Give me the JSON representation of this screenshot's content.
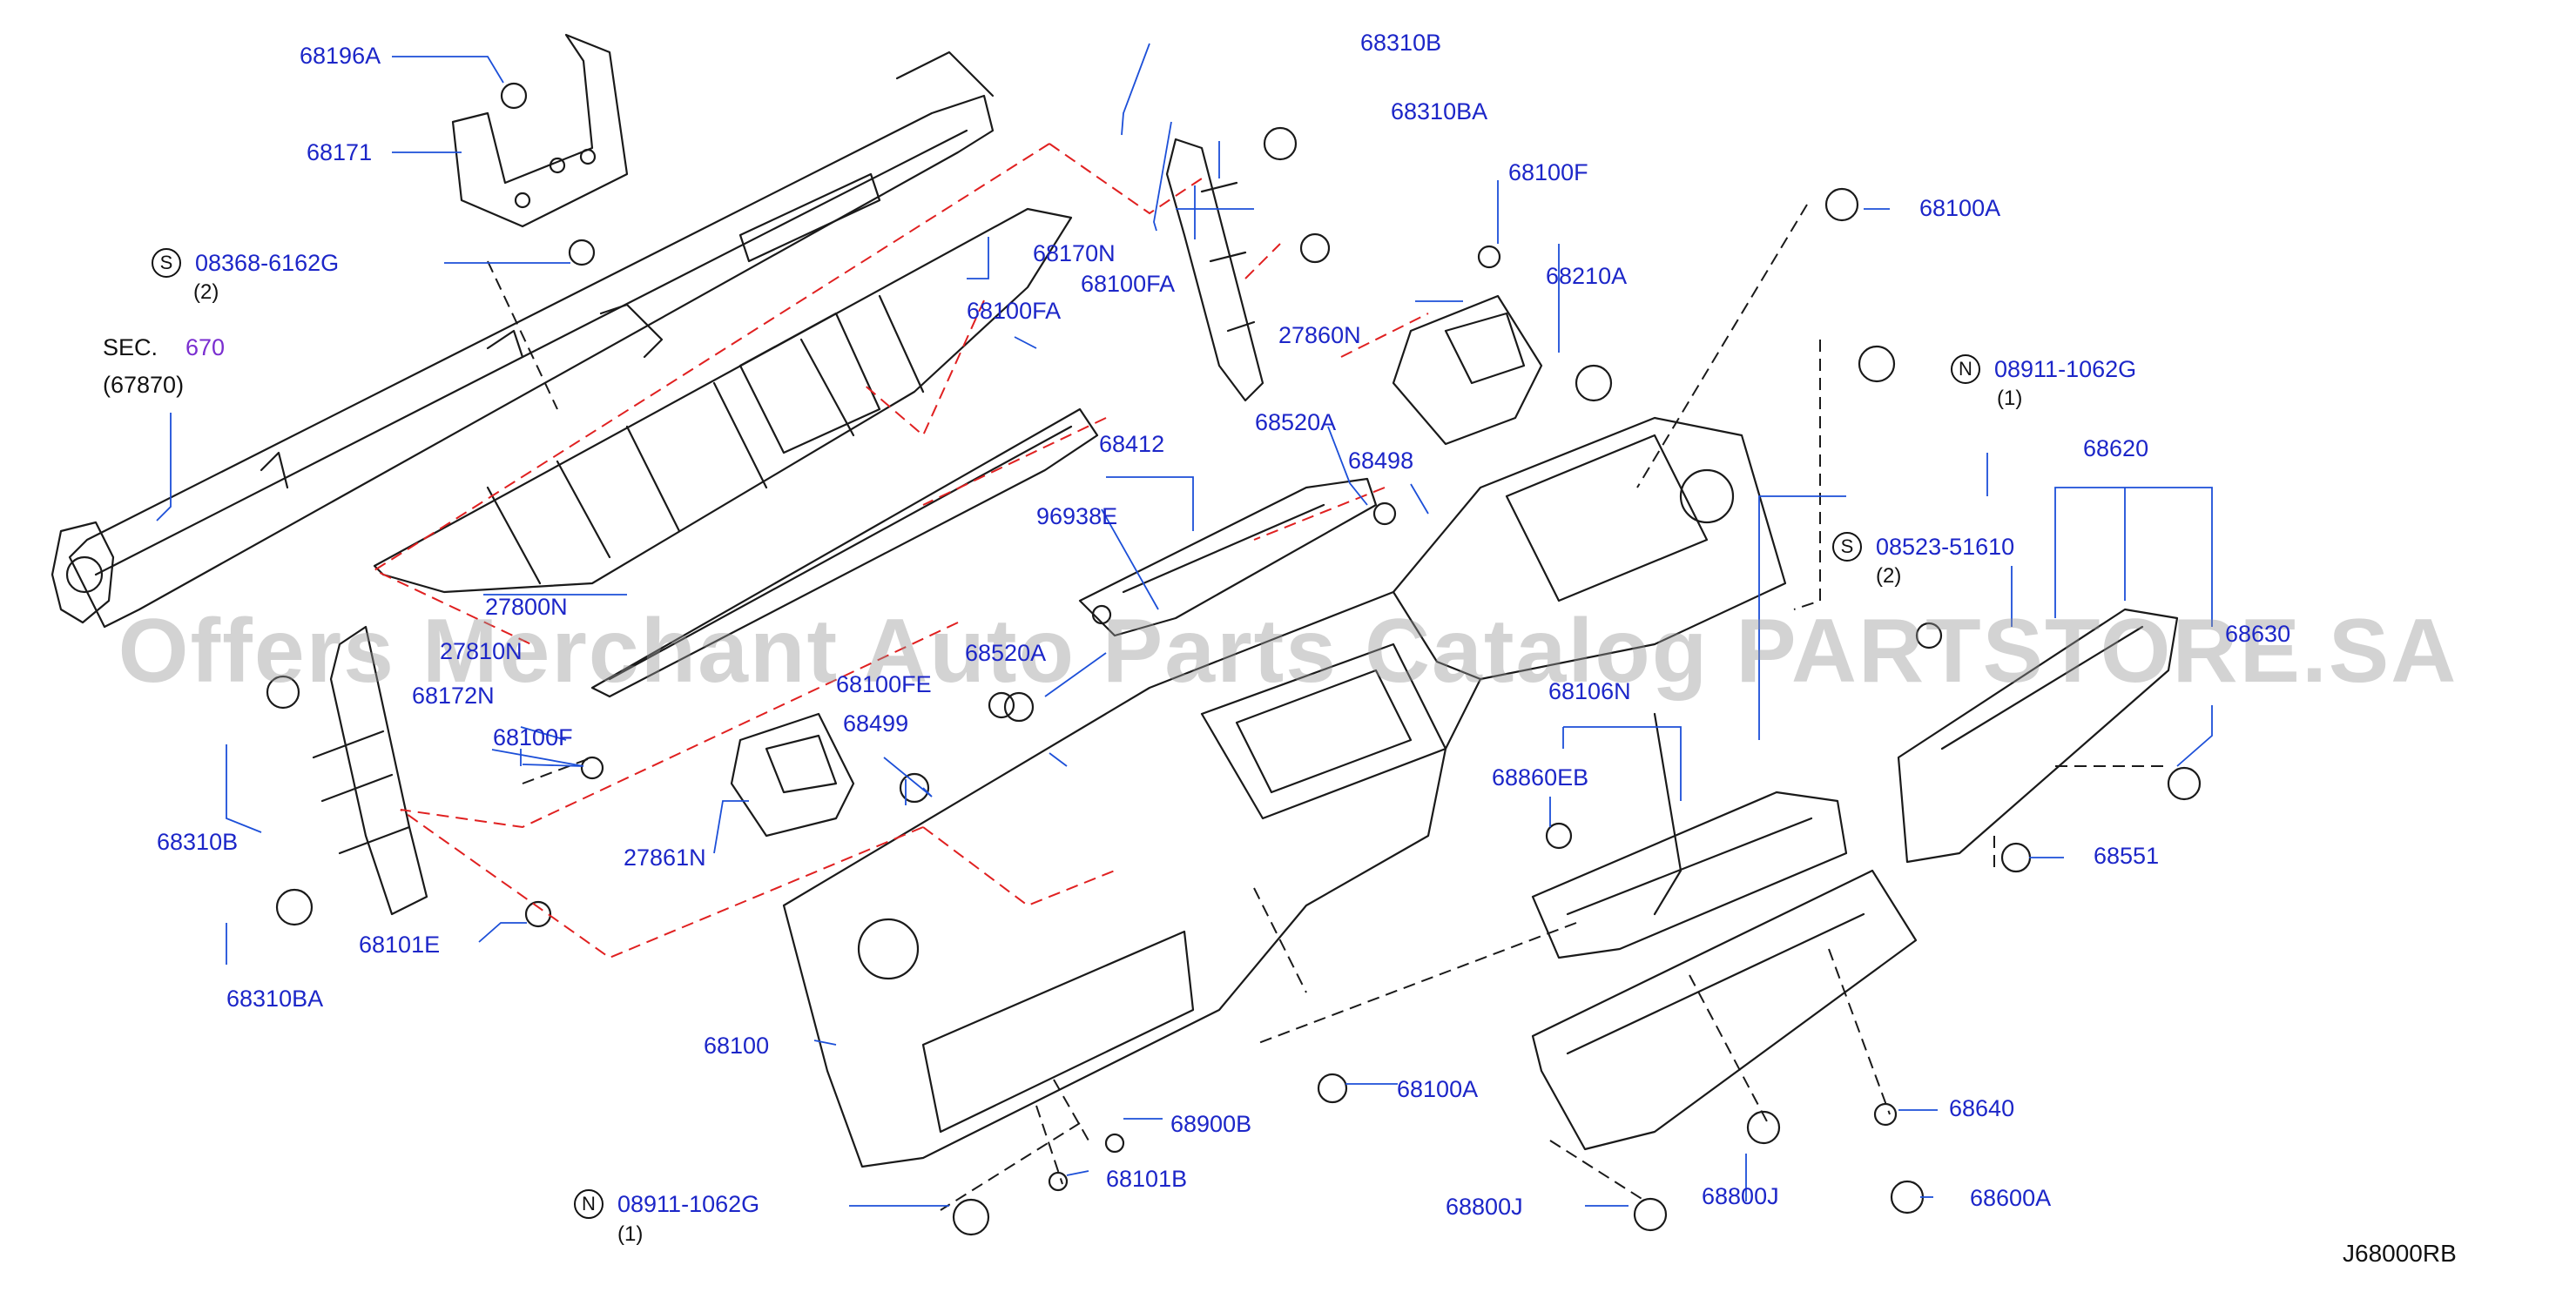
{
  "diagram": {
    "section_ref": {
      "prefix": "SEC.",
      "number": "670",
      "part": "(67870)"
    },
    "code": "J68000RB",
    "watermark": "Offers Merchant Auto Parts Catalog PARTSTORE.SA",
    "labels": {
      "p68196A": "68196A",
      "p68171": "68171",
      "p08368": "08368-6162G",
      "p08368_qty": "(2)",
      "p27800N": "27800N",
      "p27810N": "27810N",
      "p68172N": "68172N",
      "p68100F_l": "68100F",
      "p68310B_l": "68310B",
      "p68101E": "68101E",
      "p68310BA_l": "68310BA",
      "p68310B_t": "68310B",
      "p68310BA_t": "68310BA",
      "p68170N": "68170N",
      "p68100FA_a": "68100FA",
      "p68100FA_b": "68100FA",
      "p68100F_t": "68100F",
      "p27860N": "27860N",
      "p68210A": "68210A",
      "p68100A_t": "68100A",
      "p08911_t": "08911-1062G",
      "p08911_t_qty": "(1)",
      "p68412": "68412",
      "p96938E": "96938E",
      "p68520A": "68520A",
      "p68498": "68498",
      "p68620": "68620",
      "p08523": "08523-51610",
      "p08523_qty": "(2)",
      "p68630": "68630",
      "p68520A_b": "68520A",
      "p68100FE": "68100FE",
      "p68499": "68499",
      "p27861N": "27861N",
      "p68106N": "68106N",
      "p68860EB": "68860EB",
      "p68551": "68551",
      "p68100": "68100",
      "p68100A_b": "68100A",
      "p68900B": "68900B",
      "p68101B": "68101B",
      "p08911_b": "08911-1062G",
      "p08911_b_qty": "(1)",
      "p68640": "68640",
      "p68800J_a": "68800J",
      "p68800J_b": "68800J",
      "p68600A": "68600A"
    },
    "prefix_symbols": {
      "s": "S",
      "n": "N"
    }
  }
}
